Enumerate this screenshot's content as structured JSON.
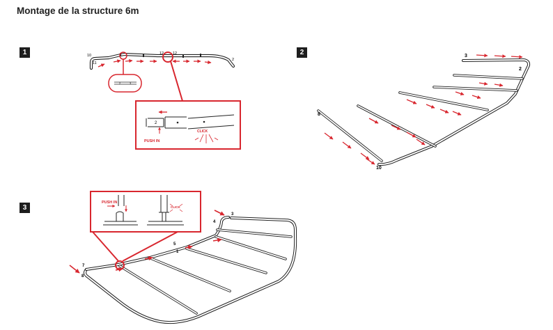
{
  "title": "Montage de la structure 6m",
  "steps": [
    {
      "number": "1"
    },
    {
      "number": "2"
    },
    {
      "number": "3"
    }
  ],
  "step1": {
    "labels": {
      "left_a": "10",
      "left_b": "11",
      "mid_a": "12",
      "mid_b": "12",
      "right": "2"
    },
    "detail_tube_labels": [
      "2",
      "3"
    ],
    "zoom_label": "2",
    "push_label": "PUSH IN",
    "click_label": "CLICK"
  },
  "step2": {
    "labels": {
      "top_a": "3",
      "top_b": "2",
      "end_a": "8",
      "end_b": "10"
    }
  },
  "step3": {
    "labels": {
      "a": "7",
      "b": "8",
      "c": "5",
      "d": "1",
      "e": "4",
      "f": "3"
    },
    "push_label": "PUSH IN",
    "click_label": "CLICK"
  },
  "colors": {
    "accent": "#d8262e",
    "line": "#222222"
  }
}
